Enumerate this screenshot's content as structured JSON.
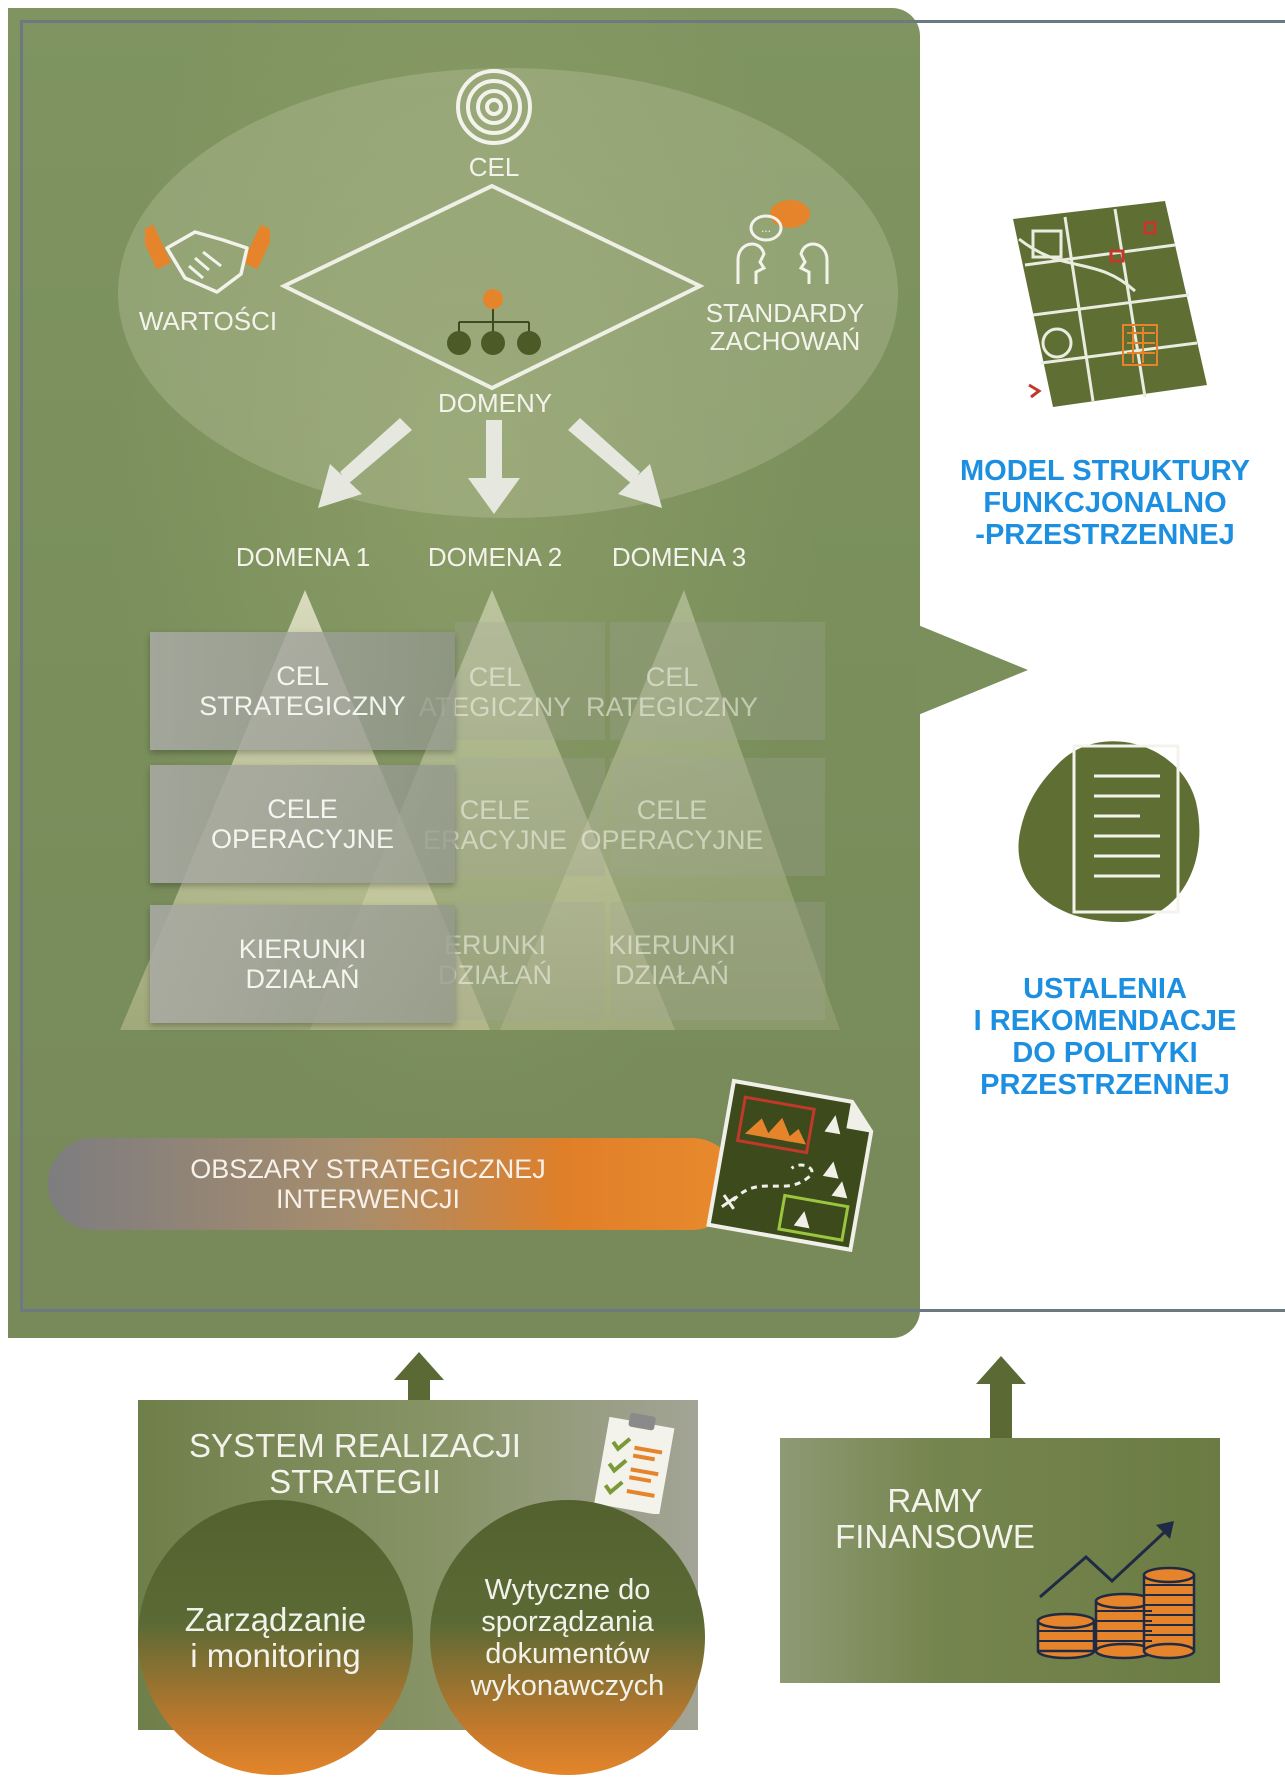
{
  "top": {
    "cel": "CEL",
    "wartosci": "WARTOŚCI",
    "standardy_line1": "STANDARDY",
    "standardy_line2": "ZACHOWAŃ",
    "domeny": "DOMENY"
  },
  "domains": [
    "DOMENA 1",
    "DOMENA 2",
    "DOMENA 3"
  ],
  "pyramid": {
    "cel_line1": "CEL",
    "cel_line2": "STRATEGICZNY",
    "cele_line1": "CELE",
    "cele_line2": "OPERACYJNE",
    "kier_line1": "KIERUNKI",
    "kier_line2": "DZIAŁAŃ",
    "ghost2": {
      "cel_line1": "CEL",
      "cel_line2": "ATEGICZNY",
      "cele_line1": "CELE",
      "cele_line2": "ERACYJNE",
      "kier_line1": "ERUNKI",
      "kier_line2": "DZIAŁAŃ"
    },
    "ghost3": {
      "cel_line1": "CEL",
      "cel_line2": "RATEGICZNY",
      "cele_line1": "CELE",
      "cele_line2": "OPERACYJNE",
      "kier_line1": "KIERUNKI",
      "kier_line2": "DZIAŁAŃ"
    }
  },
  "osi": {
    "line1": "OBSZARY STRATEGICZNEJ",
    "line2": "INTERWENCJI"
  },
  "right": {
    "model_line1": "MODEL STRUKTURY",
    "model_line2": "FUNKCJONALNO",
    "model_line3": "-PRZESTRZENNEJ",
    "ust_line1": "USTALENIA",
    "ust_line2": "I REKOMENDACJE",
    "ust_line3": "DO POLITYKI",
    "ust_line4": "PRZESTRZENNEJ"
  },
  "system": {
    "title_line1": "SYSTEM REALIZACJI",
    "title_line2": "STRATEGII",
    "circle1_line1": "Zarządzanie",
    "circle1_line2": "i monitoring",
    "circle2_line1": "Wytyczne do",
    "circle2_line2": "sporządzania",
    "circle2_line3": "dokumentów",
    "circle2_line4": "wykonawczych"
  },
  "ramy": {
    "line1": "RAMY",
    "line2": "FINANSOWE"
  },
  "colors": {
    "panel_green": "#7a8f5c",
    "dark_green": "#5b6a35",
    "orange": "#e3852a",
    "blue": "#1d8fe0",
    "frame_line": "#6b7a80"
  },
  "icons": [
    "target-icon",
    "handshake-icon",
    "dialogue-icon",
    "hierarchy-icon",
    "map-icon",
    "document-icon",
    "trail-map-icon",
    "clipboard-icon",
    "coins-chart-icon"
  ]
}
